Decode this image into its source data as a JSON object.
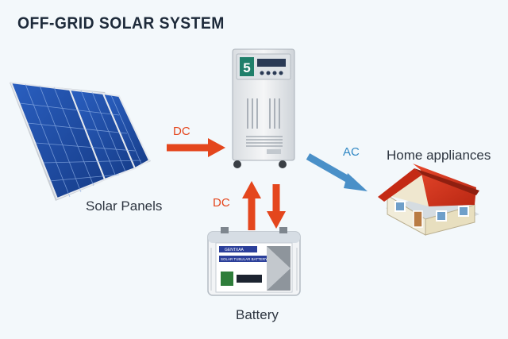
{
  "title": "OFF-GRID SOLAR SYSTEM",
  "labels": {
    "solar_panels": "Solar Panels",
    "home_appliances": "Home appliances",
    "battery": "Battery",
    "dc_panel_to_inverter": "DC",
    "dc_battery": "DC",
    "ac_to_home": "AC"
  },
  "inverter_display": "5",
  "battery_text": {
    "brand": "GENTXAA",
    "product": "SOLAR TUBULAR BATTERY"
  },
  "colors": {
    "dc_arrow": "#e4461d",
    "ac_arrow": "#4a90c8",
    "roof": "#d8351f",
    "panel_cell": "#1f4fa6"
  },
  "icons": [
    "solar-panel-icon",
    "inverter-icon",
    "battery-icon",
    "house-icon"
  ]
}
